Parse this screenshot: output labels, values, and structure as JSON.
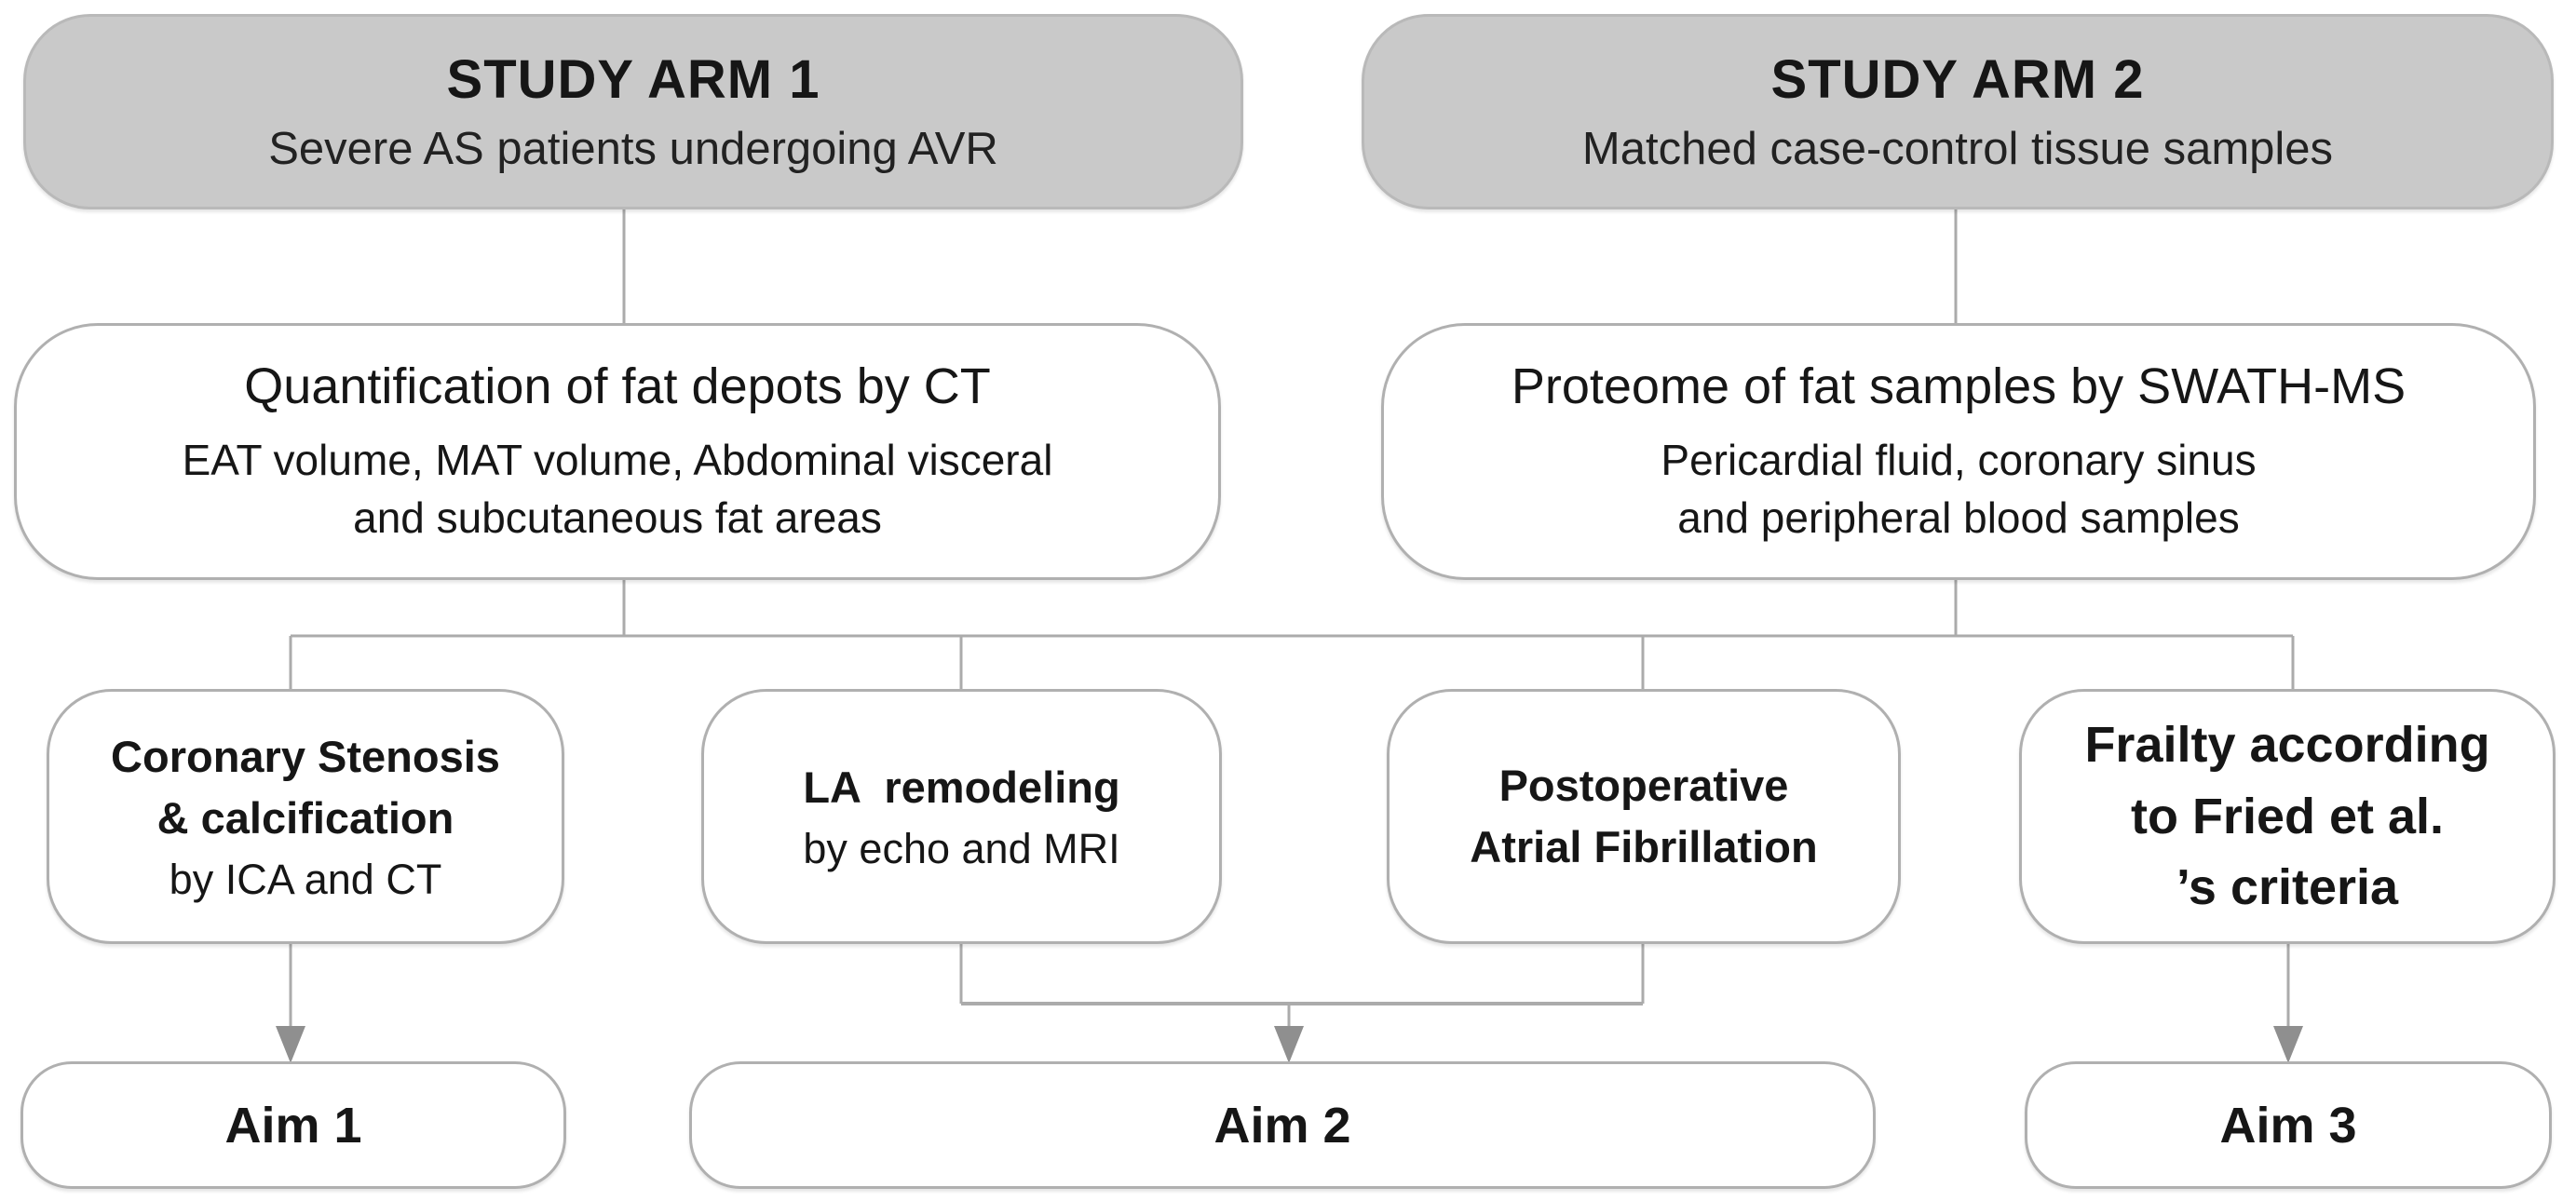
{
  "figure": {
    "background": "#ffffff",
    "colors": {
      "arm_box_fill": "#c9c9c9",
      "arm_box_border": "#b9b9b9",
      "white_box_fill": "#ffffff",
      "white_box_border": "#b0b0b0",
      "connector_line": "#ababab",
      "arrowhead": "#8f8f8f",
      "text": "#161616"
    },
    "arms": [
      {
        "title": "STUDY ARM 1",
        "subtitle": "Severe AS patients undergoing AVR"
      },
      {
        "title": "STUDY ARM 2",
        "subtitle": "Matched case-control tissue samples"
      }
    ],
    "methods": [
      {
        "title": "Quantification of fat depots by CT",
        "subtitle": "EAT volume, MAT volume, Abdominal visceral\nand subcutaneous fat areas"
      },
      {
        "title": "Proteome of fat samples by SWATH-MS",
        "subtitle": "Pericardial fluid, coronary sinus\nand peripheral blood samples"
      }
    ],
    "outcomes": [
      {
        "title": "Coronary Stenosis\n& calcification",
        "subtitle": "by ICA and CT"
      },
      {
        "title": "LA  remodeling",
        "subtitle": "by echo and MRI"
      },
      {
        "title": "Postoperative\nAtrial Fibrillation",
        "subtitle": ""
      },
      {
        "title": "Frailty according\nto Fried et al.\n’s criteria",
        "subtitle": ""
      }
    ],
    "aims": [
      {
        "label": "Aim 1"
      },
      {
        "label": "Aim 2"
      },
      {
        "label": "Aim 3"
      }
    ]
  }
}
